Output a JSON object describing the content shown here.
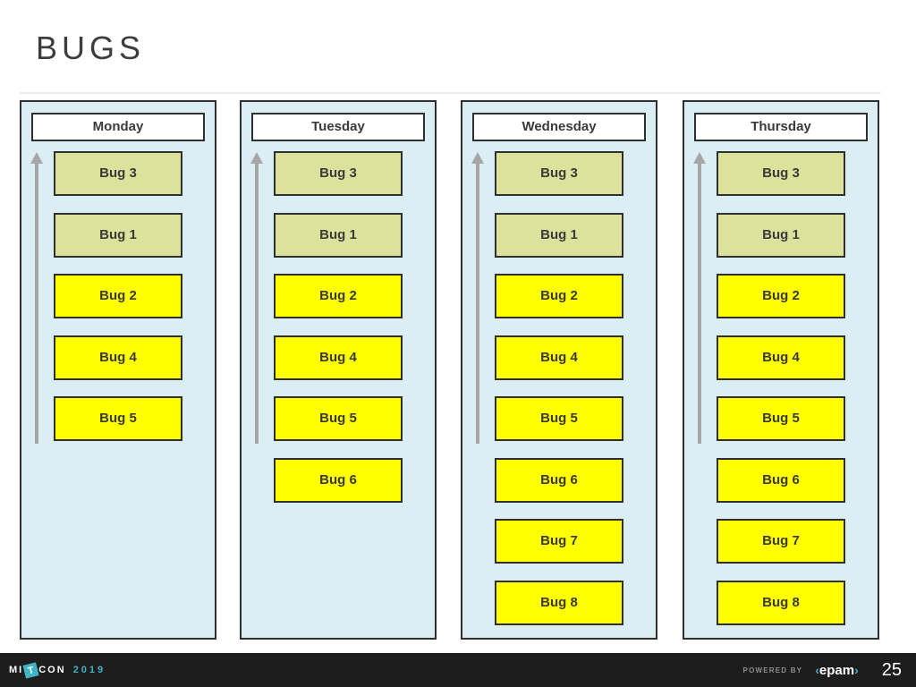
{
  "slide": {
    "title": "BUGS",
    "page_number": "25"
  },
  "board": {
    "columns": [
      {
        "day": "Monday",
        "bugs": [
          {
            "label": "Bug 3",
            "variant": "olive"
          },
          {
            "label": "Bug 1",
            "variant": "olive"
          },
          {
            "label": "Bug 2",
            "variant": "yellow"
          },
          {
            "label": "Bug 4",
            "variant": "yellow"
          },
          {
            "label": "Bug 5",
            "variant": "yellow"
          }
        ]
      },
      {
        "day": "Tuesday",
        "bugs": [
          {
            "label": "Bug 3",
            "variant": "olive"
          },
          {
            "label": "Bug 1",
            "variant": "olive"
          },
          {
            "label": "Bug 2",
            "variant": "yellow"
          },
          {
            "label": "Bug 4",
            "variant": "yellow"
          },
          {
            "label": "Bug 5",
            "variant": "yellow"
          },
          {
            "label": "Bug 6",
            "variant": "yellow"
          }
        ]
      },
      {
        "day": "Wednesday",
        "bugs": [
          {
            "label": "Bug 3",
            "variant": "olive"
          },
          {
            "label": "Bug 1",
            "variant": "olive"
          },
          {
            "label": "Bug 2",
            "variant": "yellow"
          },
          {
            "label": "Bug 4",
            "variant": "yellow"
          },
          {
            "label": "Bug 5",
            "variant": "yellow"
          },
          {
            "label": "Bug 6",
            "variant": "yellow"
          },
          {
            "label": "Bug 7",
            "variant": "yellow"
          },
          {
            "label": "Bug 8",
            "variant": "yellow"
          }
        ]
      },
      {
        "day": "Thursday",
        "bugs": [
          {
            "label": "Bug 3",
            "variant": "olive"
          },
          {
            "label": "Bug 1",
            "variant": "olive"
          },
          {
            "label": "Bug 2",
            "variant": "yellow"
          },
          {
            "label": "Bug 4",
            "variant": "yellow"
          },
          {
            "label": "Bug 5",
            "variant": "yellow"
          },
          {
            "label": "Bug 6",
            "variant": "yellow"
          },
          {
            "label": "Bug 7",
            "variant": "yellow"
          },
          {
            "label": "Bug 8",
            "variant": "yellow"
          }
        ]
      }
    ]
  },
  "footer": {
    "brand_prefix": "MI",
    "brand_tile_letter": "T",
    "brand_suffix": "CON",
    "brand_year": "2019",
    "powered_by": "POWERED BY",
    "epam_open": "‹",
    "epam_name": "epam",
    "epam_close": "›",
    "page_number": "25"
  },
  "colors": {
    "accent_teal": "#3fb4c4",
    "column_fill": "#daeef3",
    "bug_olive": "#dce29b",
    "bug_yellow": "#ffff00",
    "box_border": "#2f2f2f",
    "arrow_gray": "#a6a6a6",
    "footer_background": "#1d1d1d",
    "title_color": "#3d3d3d"
  }
}
